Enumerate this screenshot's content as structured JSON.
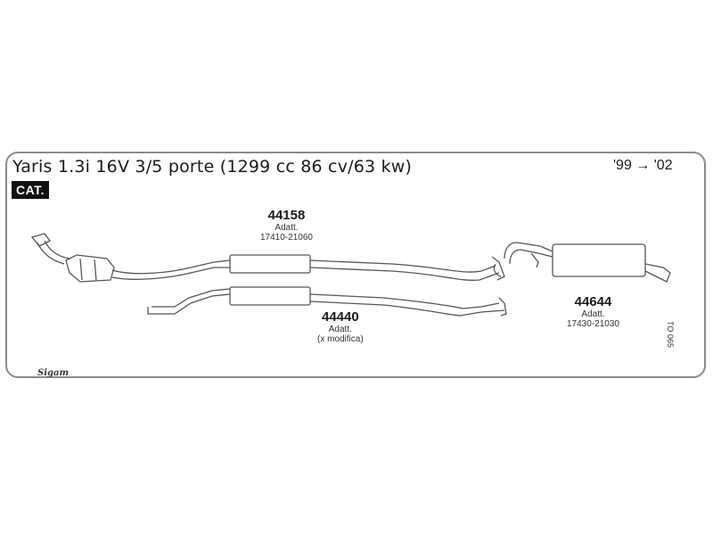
{
  "header": {
    "title": "Yaris 1.3i 16V 3/5 porte (1299 cc 86 cv/63 kw)",
    "years": "'99 → '02",
    "badge": "CAT."
  },
  "parts": [
    {
      "number": "44158",
      "line1": "Adatt.",
      "line2": "17410-21060"
    },
    {
      "number": "44440",
      "line1": "Adatt.",
      "line2": "(x modifica)"
    },
    {
      "number": "44644",
      "line1": "Adatt.",
      "line2": "17430-21030"
    }
  ],
  "footer": {
    "code": "TO 065",
    "brand": "Sigam"
  },
  "colors": {
    "line": "#555555",
    "border": "#8a8a8a",
    "badge_bg": "#111111"
  }
}
